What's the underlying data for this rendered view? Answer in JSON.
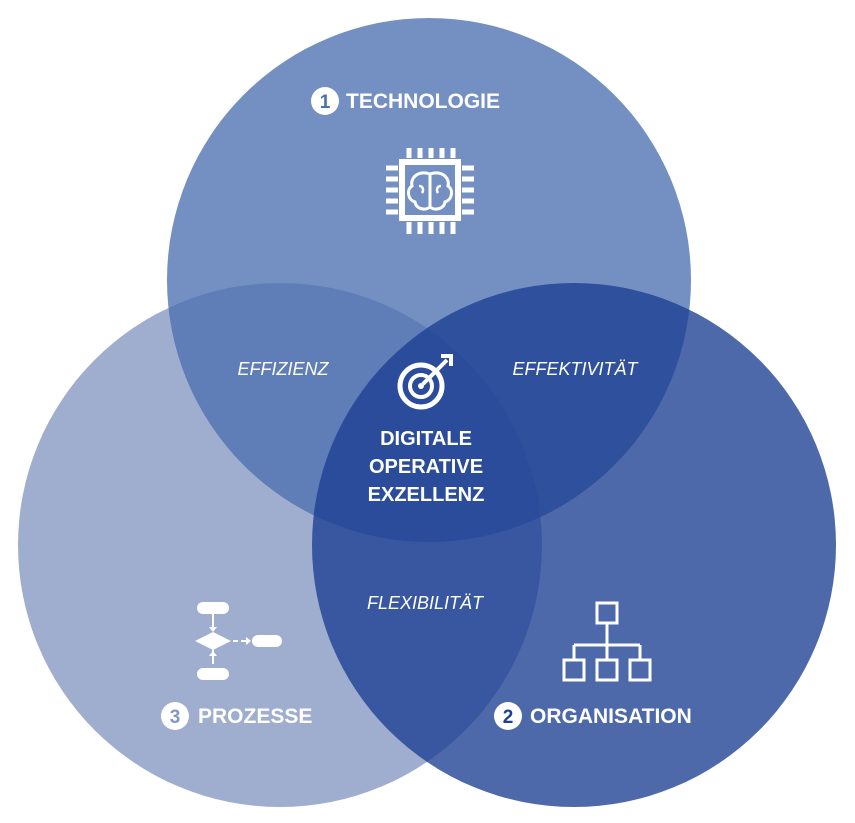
{
  "colors": {
    "technology": "#4d6faf",
    "processes": "#8497c2",
    "organisation": "#1c3f92",
    "text": "#ffffff"
  },
  "circles": {
    "technology": {
      "number": "1",
      "label": "TECHNOLOGIE",
      "icon": "ai-chip-icon"
    },
    "organisation": {
      "number": "2",
      "label": "ORGANISATION",
      "icon": "org-chart-icon"
    },
    "processes": {
      "number": "3",
      "label": "PROZESSE",
      "icon": "flowchart-icon"
    }
  },
  "overlaps": {
    "tech_processes": "EFFIZIENZ",
    "tech_organisation": "EFFEKTIVITÄT",
    "processes_organisation": "FLEXIBILITÄT"
  },
  "center": {
    "icon": "target-icon",
    "lines": [
      "DIGITALE",
      "OPERATIVE",
      "EXZELLENZ"
    ]
  }
}
